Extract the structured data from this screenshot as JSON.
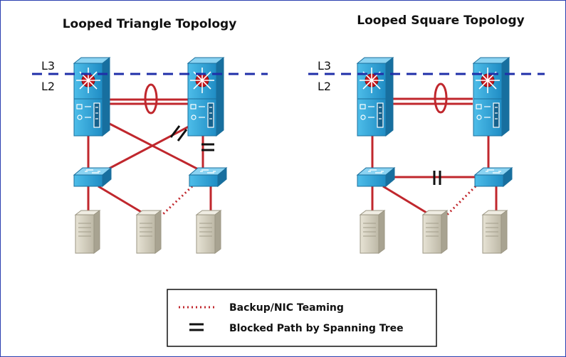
{
  "left_topology": {
    "title": "Looped Triangle Topology",
    "l3_label": "L3",
    "l2_label": "L2"
  },
  "right_topology": {
    "title": "Looped Square Topology",
    "l3_label": "L3",
    "l2_label": "L2"
  },
  "legend": {
    "backup_label": "Backup/NIC Teaming",
    "blocked_label": "Blocked Path by Spanning Tree"
  },
  "colors": {
    "link": "#c0272d",
    "l3_boundary": "#1f2fa8",
    "switch": "#2a9fd6",
    "server": "#d8d4c4"
  }
}
